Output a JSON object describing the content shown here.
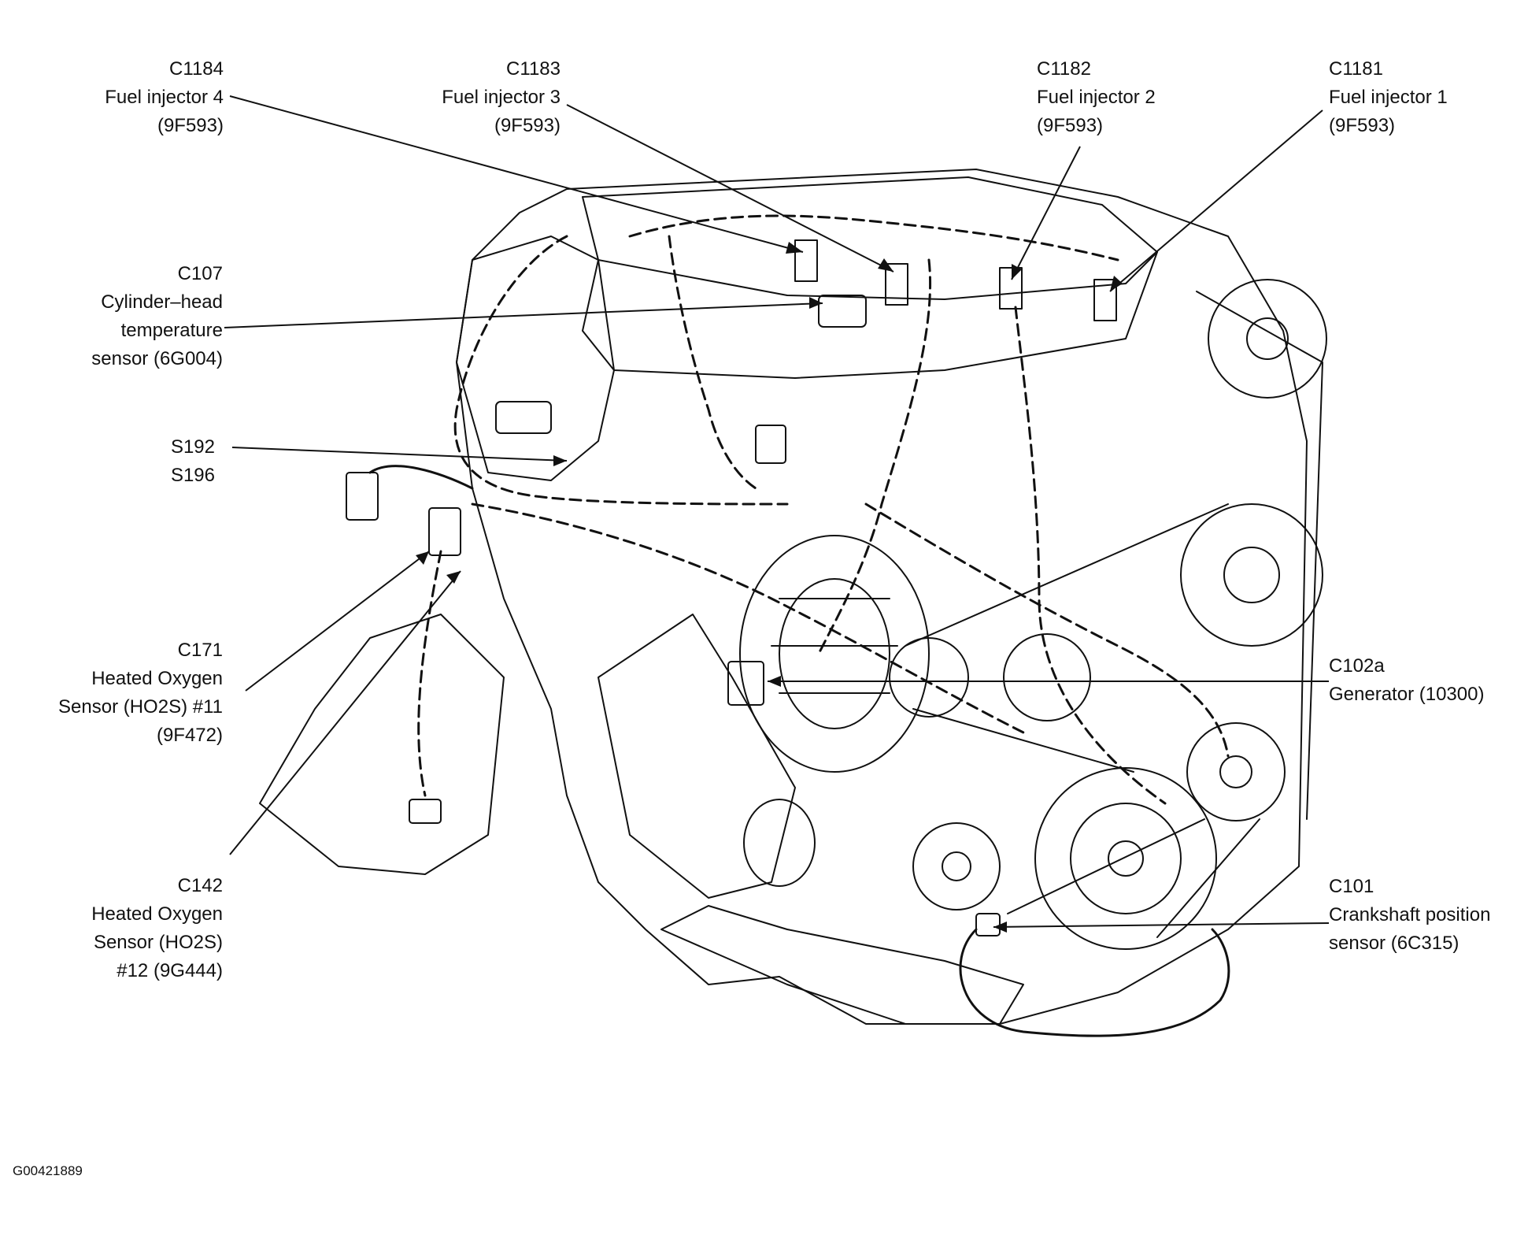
{
  "figure_id": "G00421889",
  "callouts": {
    "c1184": {
      "code": "C1184",
      "name": "Fuel injector 4",
      "part": "(9F593)"
    },
    "c1183": {
      "code": "C1183",
      "name": "Fuel injector 3",
      "part": "(9F593)"
    },
    "c1182": {
      "code": "C1182",
      "name": "Fuel injector 2",
      "part": "(9F593)"
    },
    "c1181": {
      "code": "C1181",
      "name": "Fuel injector 1",
      "part": "(9F593)"
    },
    "c107": {
      "code": "C107",
      "line1": "Cylinder–head",
      "line2": "temperature",
      "line3": "sensor (6G004)"
    },
    "s192": {
      "line1": "S192",
      "line2": "S196"
    },
    "c171": {
      "code": "C171",
      "line1": "Heated Oxygen",
      "line2": "Sensor (HO2S) #11",
      "line3": "(9F472)"
    },
    "c142": {
      "code": "C142",
      "line1": "Heated Oxygen",
      "line2": "Sensor (HO2S)",
      "line3": "#12 (9G444)"
    },
    "c102a": {
      "code": "C102a",
      "line1": "Generator (10300)"
    },
    "c101": {
      "code": "C101",
      "line1": "Crankshaft position",
      "line2": "sensor (6C315)"
    }
  }
}
